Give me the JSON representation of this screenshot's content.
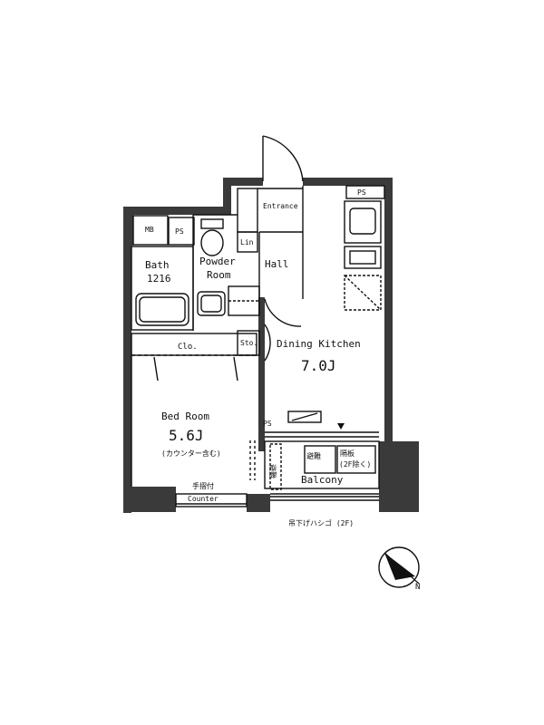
{
  "labels": {
    "mb": "MB",
    "ps_top": "PS",
    "ps_kitchen": "PS",
    "ps_small": "PS",
    "entrance": "Entrance",
    "lin": "Lin",
    "bath": "Bath",
    "bath_size": "1216",
    "powder_room_1": "Powder",
    "powder_room_2": "Room",
    "hall": "Hall",
    "clo": "Clo.",
    "sto": "Sto.",
    "dining_kitchen": "Dining Kitchen",
    "dk_size": "7.0J",
    "bed_room": "Bed Room",
    "bed_size": "5.6J",
    "bed_note": "(カウンター含む)",
    "counter_jp": "手摺付",
    "counter": "Counter",
    "balcony": "Balcony",
    "emergency": "避難",
    "ladder_box_1": "隔板",
    "ladder_box_2": "(2F除く)",
    "fire_hatch": "避難",
    "ladder_note": "吊下げハシゴ (2F)",
    "north": "N"
  },
  "colors": {
    "wall": "#3a3a3a",
    "line": "#111111",
    "background": "#ffffff"
  }
}
